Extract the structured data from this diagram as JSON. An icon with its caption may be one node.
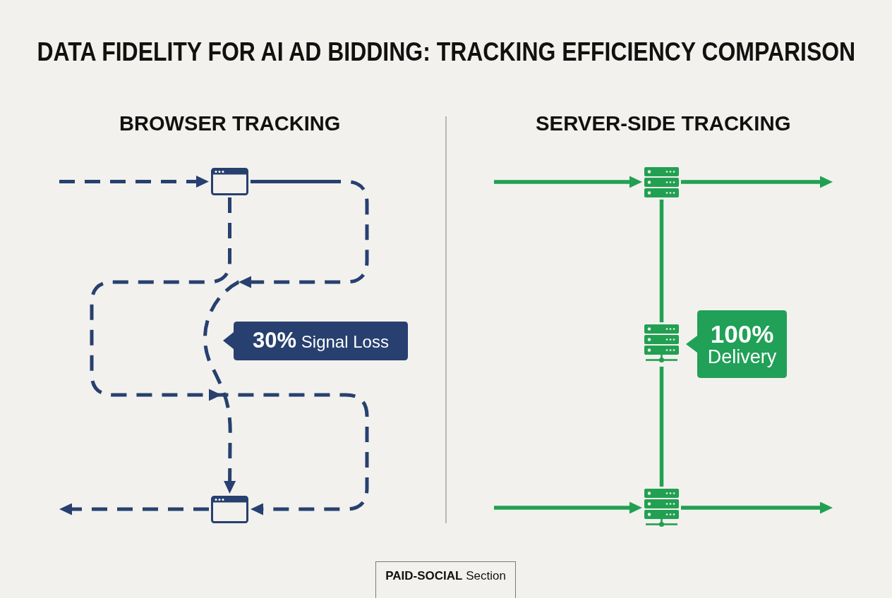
{
  "diagram": {
    "title": "DATA FIDELITY FOR AI AD BIDDING: TRACKING EFFICIENCY COMPARISON",
    "nodes": [
      {
        "text": [],
        "shape": "picture"
      },
      {
        "text": [
          "**30%** Signal Loss"
        ]
      },
      {
        "text": [],
        "shape": "picture"
      },
      {
        "text": [],
        "shape": "picture"
      },
      {
        "text": [],
        "shape": "picture"
      },
      {
        "text": [
          "**100%** Delivery"
        ]
      },
      {
        "text": [],
        "shape": "picture"
      },
      {
        "text": [
          "**PAID-SOCIAL** Section"
        ]
      }
    ],
    "edges": [
      {
        "from": null,
        "to": 0,
        "arrow": "to",
        "style": "dashed",
        "color": "#27406f"
      },
      {
        "from": 0,
        "to": 2,
        "arrow": "to",
        "style": "dashed",
        "color": "#27406f"
      },
      {
        "from": 0,
        "to": 2,
        "arrow": "to",
        "style": "dashed",
        "color": "#27406f"
      },
      {
        "from": 2,
        "to": null,
        "arrow": "to",
        "style": "dashed",
        "color": "#27406f"
      },
      {
        "from": null,
        "to": 3,
        "arrow": "to"
      },
      {
        "from": 3,
        "to": null,
        "arrow": "to"
      },
      {
        "from": 3,
        "to": 4,
        "arrow": "none"
      },
      {
        "from": 4,
        "to": 6,
        "arrow": "none"
      },
      {
        "from": null,
        "to": 6,
        "arrow": "to"
      },
      {
        "from": 6,
        "to": null,
        "arrow": "to"
      }
    ],
    "labels": [
      "BROWSER TRACKING",
      "SERVER-SIDE TRACKING"
    ]
  }
}
